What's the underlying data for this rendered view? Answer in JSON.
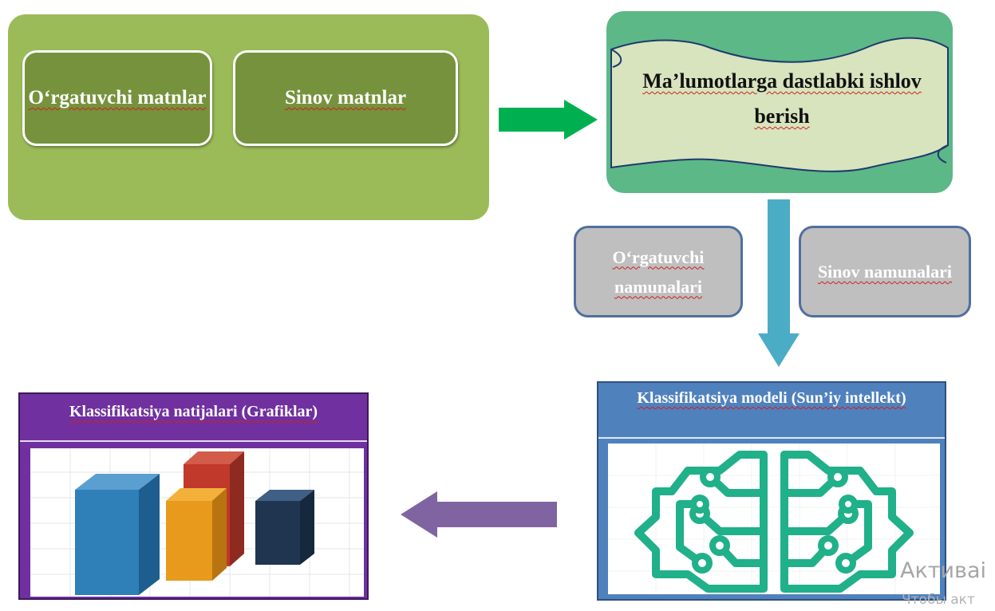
{
  "input": {
    "train_texts": "O‘rgatuvchi matnlar",
    "test_texts": "Sinov matnlar"
  },
  "preprocessing": {
    "label": "Ma’lumotlarga dastlabki ishlov berish"
  },
  "samples": {
    "train": "O‘rgatuvchi namunalari",
    "test": "Sinov namunalari"
  },
  "model": {
    "title": "Klassifikatsiya modeli (Sun’iy intellekt)",
    "icon": "ai-brain-circuit-icon"
  },
  "results": {
    "title": "Klassifikatsiya natijalari (Grafiklar)",
    "icon": "3d-bar-chart-icon"
  },
  "watermark": {
    "line1": "Активаі",
    "line2": "Чтобы акт"
  },
  "colors": {
    "input_panel": "#9bbb59",
    "input_box": "#76923c",
    "preprocessing_panel": "#5cb887",
    "scroll": "#d7e4bd",
    "green_arrow": "#00b050",
    "teal_arrow": "#4bacc6",
    "sample_box": "#bfbfbf",
    "model_frame": "#4f81bd",
    "results_frame": "#7030a0",
    "purple_arrow": "#8064a2"
  }
}
